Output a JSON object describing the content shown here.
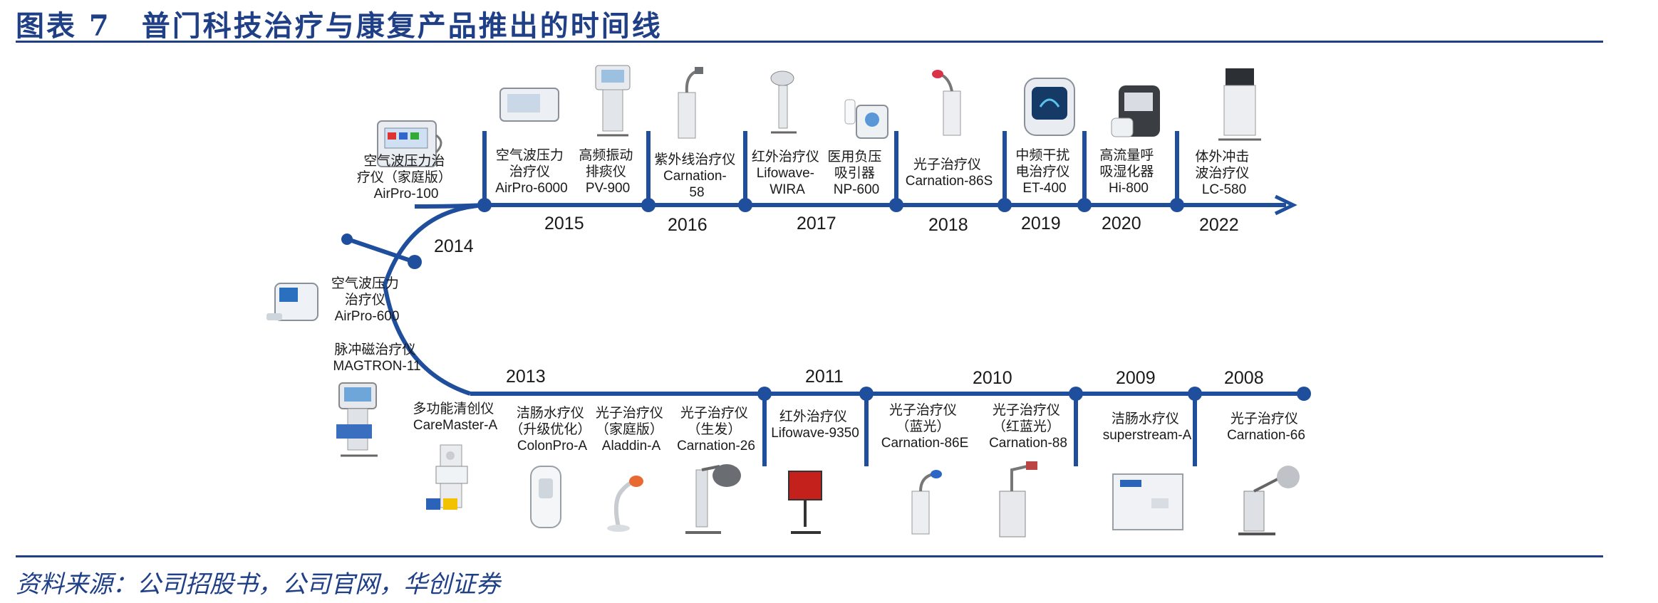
{
  "header": {
    "title": "图表 7　普门科技治疗与康复产品推出的时间线"
  },
  "footer": {
    "source": "资料来源：公司招股书，公司官网，华创证券"
  },
  "colors": {
    "primary": "#1f4e9c",
    "text": "#1a1a1a",
    "title": "#1f3f87"
  },
  "years": [
    "2008",
    "2009",
    "2010",
    "2011",
    "2013",
    "2014",
    "2015",
    "2016",
    "2017",
    "2018",
    "2019",
    "2020",
    "2022"
  ],
  "products": [
    {
      "name": "空气波压力治疗仪（家庭版）",
      "lines": [
        "空气波压力治",
        "疗仪（家庭版）",
        "AirPro-100"
      ]
    },
    {
      "name": "空气波压力治疗仪 AirPro-600",
      "lines": [
        "空气波压力",
        "治疗仪",
        "AirPro-600"
      ]
    },
    {
      "name": "脉冲磁治疗仪 MAGTRON-11",
      "lines": [
        "脉冲磁治疗仪",
        "MAGTRON-11"
      ]
    },
    {
      "name": "多功能清创仪 CareMaster-A",
      "lines": [
        "多功能清创仪",
        "CareMaster-A"
      ]
    },
    {
      "name": "洁肠水疗仪（升级优化）ColonPro-A",
      "lines": [
        "洁肠水疗仪",
        "（升级优化）",
        "ColonPro-A"
      ]
    },
    {
      "name": "光子治疗仪（家庭版）Aladdin-A",
      "lines": [
        "光子治疗仪",
        "（家庭版）",
        "Aladdin-A"
      ]
    },
    {
      "name": "光子治疗仪（生发）Carnation-26",
      "lines": [
        "光子治疗仪",
        "（生发）",
        "Carnation-26"
      ]
    },
    {
      "name": "红外治疗仪 Lifowave-9350",
      "lines": [
        "红外治疗仪",
        "Lifowave-9350"
      ]
    },
    {
      "name": "光子治疗仪（蓝光）Carnation-86E",
      "lines": [
        "光子治疗仪",
        "（蓝光）",
        "Carnation-86E"
      ]
    },
    {
      "name": "光子治疗仪（红蓝光）Carnation-88",
      "lines": [
        "光子治疗仪",
        "（红蓝光）",
        "Carnation-88"
      ]
    },
    {
      "name": "洁肠水疗仪 superstream-A",
      "lines": [
        "洁肠水疗仪",
        "superstream-A"
      ]
    },
    {
      "name": "光子治疗仪 Carnation-66",
      "lines": [
        "光子治疗仪",
        "Carnation-66"
      ]
    },
    {
      "name": "空气波压力治疗仪 AirPro-6000",
      "lines": [
        "空气波压力",
        "治疗仪",
        "AirPro-6000"
      ]
    },
    {
      "name": "高频振动排痰仪 PV-900",
      "lines": [
        "高频振动",
        "排痰仪",
        "PV-900"
      ]
    },
    {
      "name": "紫外线治疗仪 Carnation-58",
      "lines": [
        "紫外线治疗仪",
        "Carnation-",
        "58"
      ]
    },
    {
      "name": "红外治疗仪 Lifowave-WIRA",
      "lines": [
        "红外治疗仪",
        "Lifowave-",
        "WIRA"
      ]
    },
    {
      "name": "医用负压吸引器 NP-600",
      "lines": [
        "医用负压",
        "吸引器",
        "NP-600"
      ]
    },
    {
      "name": "光子治疗仪 Carnation-86S",
      "lines": [
        "光子治疗仪",
        "Carnation-86S"
      ]
    },
    {
      "name": "中频干扰电治疗仪 ET-400",
      "lines": [
        "中频干扰",
        "电治疗仪",
        "ET-400"
      ]
    },
    {
      "name": "高流量呼吸湿化器 Hi-800",
      "lines": [
        "高流量呼",
        "吸湿化器",
        "Hi-800"
      ]
    },
    {
      "name": "体外冲击波治疗仪 LC-580",
      "lines": [
        "体外冲击",
        "波治疗仪",
        "LC-580"
      ]
    }
  ]
}
